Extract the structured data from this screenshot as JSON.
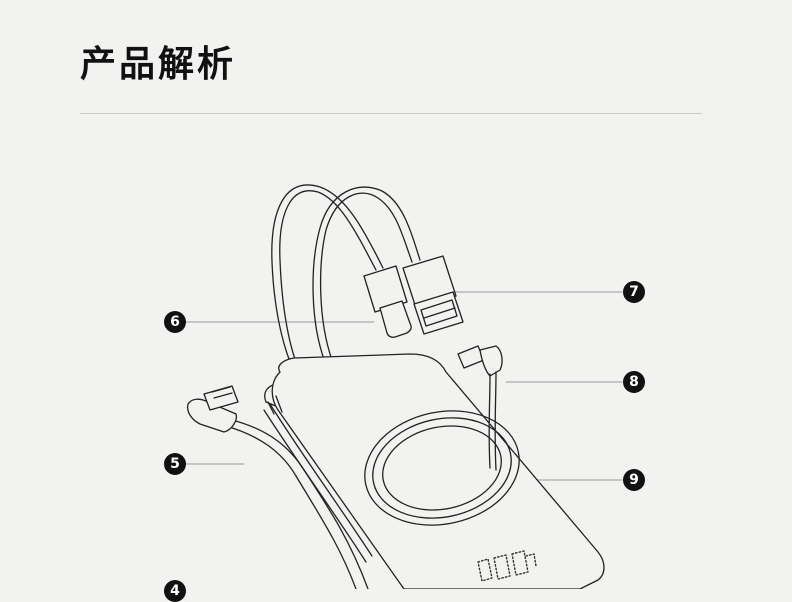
{
  "title": "产品解析",
  "callouts": {
    "c5": "5",
    "c6": "6",
    "c7": "7",
    "c8": "8",
    "c9": "9",
    "c4": "4"
  }
}
